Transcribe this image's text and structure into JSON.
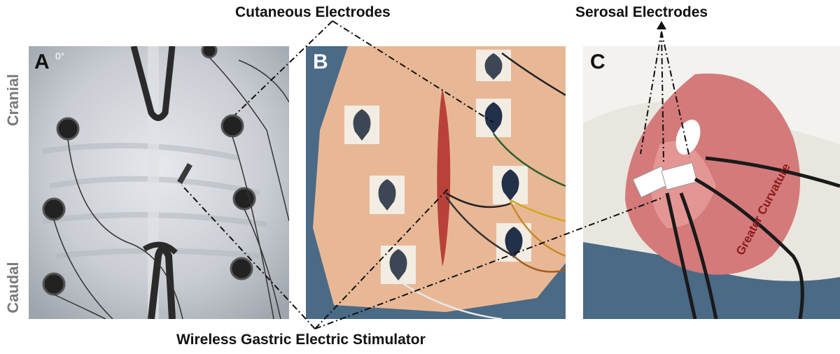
{
  "figure": {
    "top_labels": {
      "cutaneous": "Cutaneous Electrodes",
      "serosal": "Serosal Electrodes"
    },
    "bottom_label": "Wireless Gastric Electric Stimulator",
    "side_labels": {
      "top": "Cranial",
      "bottom": "Caudal"
    },
    "panels": [
      {
        "letter": "A",
        "kind": "x-ray",
        "mark": "0°"
      },
      {
        "letter": "B",
        "kind": "surgical-photo-skin"
      },
      {
        "letter": "C",
        "kind": "surgical-photo-stomach",
        "annotation": "Greater Curvature"
      }
    ],
    "colors": {
      "xray_bg": "#cfd3d8",
      "skin": "#e8b896",
      "drape": "#4a6a86",
      "stomach": "#d47a7a",
      "annotation_red": "#8a1a1a"
    }
  }
}
